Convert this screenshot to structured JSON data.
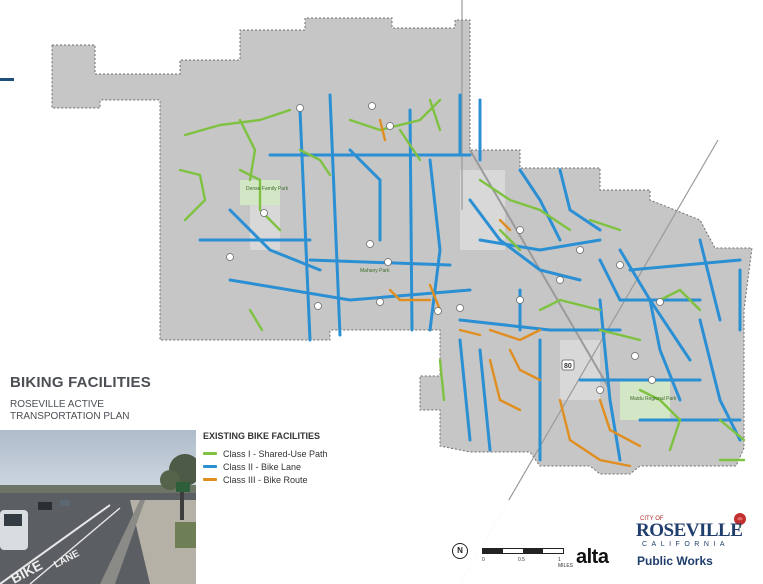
{
  "title": {
    "main": "BIKING FACILITIES",
    "subtitle_line1": "ROSEVILLE ACTIVE",
    "subtitle_line2": "TRANSPORTATION PLAN"
  },
  "legend": {
    "heading": "EXISTING BIKE FACILITIES",
    "items": [
      {
        "label": "Class I - Shared-Use Path",
        "color": "#7fc241"
      },
      {
        "label": "Class II - Bike Lane",
        "color": "#2b8fd4"
      },
      {
        "label": "Class III - Bike Route",
        "color": "#e08e1f"
      }
    ]
  },
  "map_labels": {
    "park_1": "Dense Family Park",
    "park_2": "Mahany Park",
    "park_3": "Maidu Regional Park",
    "highway": "80"
  },
  "scale": {
    "north": "N",
    "ticks": [
      "0",
      "0.5",
      "1 MILES"
    ]
  },
  "logos": {
    "consultant": "alta",
    "city_of": "CITY OF",
    "city_name": "ROSEVILLE",
    "city_state": "CALIFORNIA",
    "department": "Public Works"
  },
  "photo_text": {
    "pavement_1": "LANE",
    "pavement_2": "BIKE"
  },
  "colors": {
    "land": "#c7c7c7",
    "class_i": "#7fc241",
    "class_ii": "#2b8fd4",
    "class_iii": "#e08e1f",
    "brand_blue": "#1f3d6d",
    "brand_red": "#b12a2a"
  }
}
